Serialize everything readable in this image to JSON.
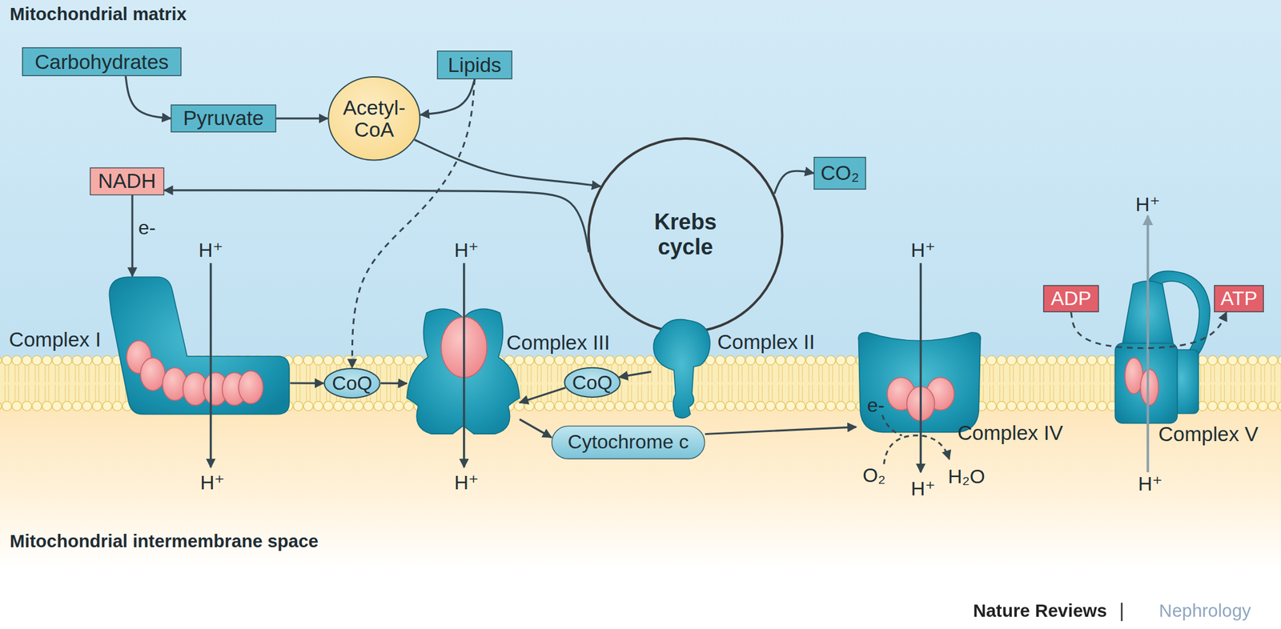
{
  "diagram": {
    "nodes": [
      {
        "text": [
          "Mitochondrial matrix"
        ]
      },
      {
        "text": [
          "Carbohydrates"
        ],
        "in": 0
      },
      {
        "text": [
          "Lipids"
        ],
        "in": 0
      },
      {
        "text": [
          "Pyruvate"
        ],
        "in": 0
      },
      {
        "text": [
          "Acetyl- CoA"
        ],
        "in": 0
      },
      {
        "text": [
          "NADH"
        ],
        "in": 0
      },
      {
        "text": [
          "CO₂"
        ],
        "in": 0
      },
      {
        "text": [
          "Krebs cycle"
        ],
        "in": 0
      },
      {
        "text": [
          "Complex I"
        ]
      },
      {
        "text": [
          "CoQ"
        ]
      },
      {
        "text": [
          "Complex III"
        ]
      },
      {
        "text": [
          "CoQ"
        ]
      },
      {
        "text": [
          "Complex II"
        ]
      },
      {
        "text": [
          "Complex IV"
        ]
      },
      {
        "text": [
          "ADP"
        ],
        "in": 0
      },
      {
        "text": [
          "ATP"
        ],
        "in": 0
      },
      {
        "text": [
          "Complex V"
        ]
      },
      {
        "text": [
          "Mitochondrial intermembrane space"
        ]
      },
      {
        "text": [
          "Cytochrome c"
        ],
        "in": 17
      }
    ],
    "edges": [
      {
        "from": 1,
        "to": 3,
        "arrow": "to"
      },
      {
        "from": 3,
        "to": 4,
        "arrow": "to"
      },
      {
        "from": 2,
        "to": 4,
        "arrow": "to"
      },
      {
        "from": 2,
        "to": 9,
        "arrow": "to"
      },
      {
        "from": 4,
        "to": 7,
        "arrow": "to"
      },
      {
        "from": 7,
        "to": 5,
        "arrow": "to"
      },
      {
        "from": 7,
        "to": 6,
        "arrow": "to"
      },
      {
        "from": 5,
        "to": 8,
        "label": "e-",
        "arrow": "to"
      },
      {
        "from": 8,
        "to": 9,
        "arrow": "to"
      },
      {
        "from": 9,
        "to": 10,
        "arrow": "to"
      },
      {
        "from": 12,
        "to": 11,
        "arrow": "to"
      },
      {
        "from": 11,
        "to": 10,
        "arrow": "to"
      },
      {
        "from": 10,
        "to": 18,
        "arrow": "to"
      },
      {
        "from": 18,
        "to": 13,
        "arrow": "to"
      },
      {
        "from": 14,
        "to": 15,
        "arrow": "to"
      }
    ],
    "labels": [
      "H⁺",
      "H⁺",
      "H⁺",
      "H⁺",
      "H⁺",
      "e-",
      "O₂",
      "H⁺",
      "H₂O",
      "H⁺",
      "H⁺",
      "Nature Reviews",
      "|",
      "Nephrology"
    ]
  }
}
